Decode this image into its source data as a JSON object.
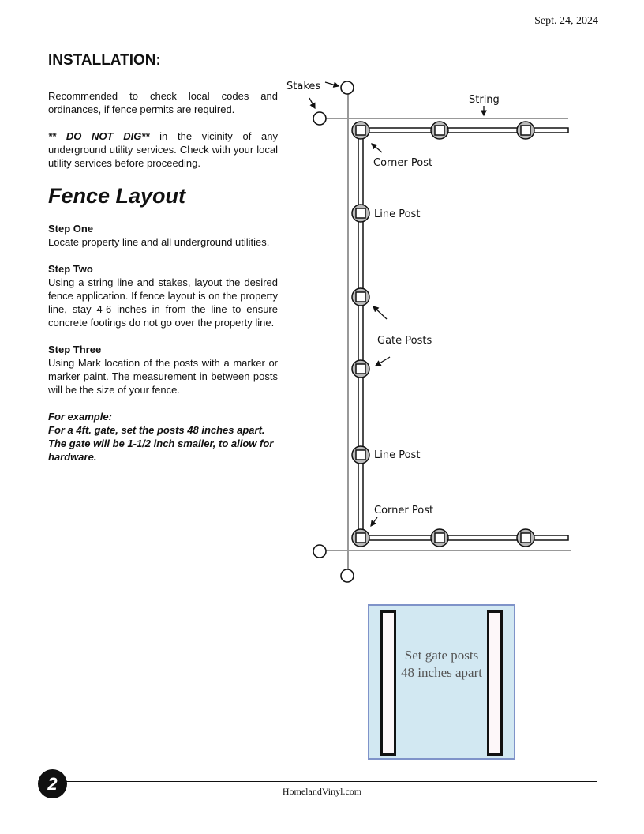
{
  "date": "Sept. 24, 2024",
  "installation": {
    "heading": "INSTALLATION:",
    "para1": "Recommended to check local codes and ordinances, if fence permits are required.",
    "para2_bold": "** DO NOT DIG**",
    "para2_rest": " in the vicinity of any underground utility services. Check with your local utility services before proceeding."
  },
  "layout": {
    "heading": "Fence Layout",
    "steps": [
      {
        "title": "Step One",
        "text": "Locate property line and all underground utilities."
      },
      {
        "title": "Step Two",
        "text": "Using a string line and stakes, layout the desired fence application. If fence layout is on the property line, stay 4-6 inches in from the line to ensure concrete footings do not go over the property line."
      },
      {
        "title": "Step Three",
        "text": "Using Mark location of the posts with a marker or marker paint. The measurement in between posts will be the size of your fence."
      }
    ],
    "example_title": "For example:",
    "example_text": "For a 4ft. gate, set the posts 48 inches apart. The gate will be 1-1/2 inch smaller, to allow for hardware."
  },
  "diagram": {
    "stakes": "Stakes",
    "string": "String",
    "corner_post_top": "Corner Post",
    "line_post_1": "Line Post",
    "gate_posts": "Gate Posts",
    "line_post_2": "Line Post",
    "corner_post_bottom": "Corner Post"
  },
  "gate_box": {
    "text": "Set gate posts 48 inches apart"
  },
  "footer": {
    "page_number": "2",
    "site": "HomelandVinyl.com"
  }
}
